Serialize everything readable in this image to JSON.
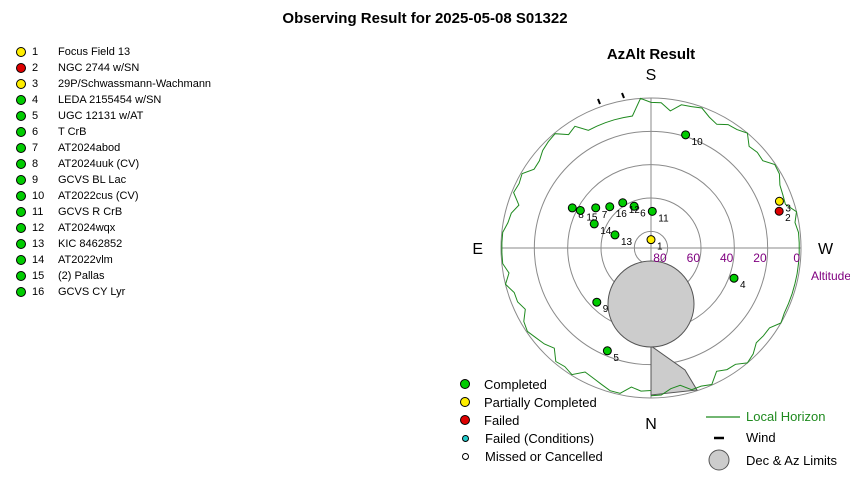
{
  "title": "Observing Result for 2025-05-08 S01322",
  "objects": [
    {
      "num": "1",
      "name": "Focus Field 13",
      "status": "partial"
    },
    {
      "num": "2",
      "name": "NGC 2744 w/SN",
      "status": "failed"
    },
    {
      "num": "3",
      "name": "29P/Schwassmann-Wachmann",
      "status": "partial"
    },
    {
      "num": "4",
      "name": "LEDA 2155454 w/SN",
      "status": "completed"
    },
    {
      "num": "5",
      "name": "UGC 12131 w/AT",
      "status": "completed"
    },
    {
      "num": "6",
      "name": "T CrB",
      "status": "completed"
    },
    {
      "num": "7",
      "name": "AT2024abod",
      "status": "completed"
    },
    {
      "num": "8",
      "name": "AT2024uuk (CV)",
      "status": "completed"
    },
    {
      "num": "9",
      "name": "GCVS BL Lac",
      "status": "completed"
    },
    {
      "num": "10",
      "name": "AT2022cus (CV)",
      "status": "completed"
    },
    {
      "num": "11",
      "name": "GCVS R CrB",
      "status": "completed"
    },
    {
      "num": "12",
      "name": "AT2024wqx",
      "status": "completed"
    },
    {
      "num": "13",
      "name": "KIC 8462852",
      "status": "completed"
    },
    {
      "num": "14",
      "name": "AT2022vlm",
      "status": "completed"
    },
    {
      "num": "15",
      "name": "(2) Pallas",
      "status": "completed"
    },
    {
      "num": "16",
      "name": "GCVS CY Lyr",
      "status": "completed"
    }
  ],
  "colors": {
    "completed": "#00cc00",
    "partial": "#ffee00",
    "failed": "#dd0000",
    "failed_conditions": "#22cccc",
    "missed": "#ffffff",
    "horizon": "#1f8a1f",
    "limits": "#cccccc",
    "altitude": "#800080"
  },
  "chart_data": {
    "type": "scatter",
    "projection": "polar azimuth-altitude",
    "title": "AzAlt Result",
    "directions": {
      "top": "S",
      "bottom": "N",
      "left": "E",
      "right": "W"
    },
    "altitude_label": "Altitude",
    "altitude_ticks": [
      "80",
      "60",
      "40",
      "20",
      "0"
    ],
    "points": [
      {
        "num": "1",
        "az": 180,
        "alt": 85,
        "status": "partial"
      },
      {
        "num": "2",
        "az": 254,
        "alt": 10,
        "status": "failed"
      },
      {
        "num": "3",
        "az": 250,
        "alt": 8,
        "status": "partial"
      },
      {
        "num": "4",
        "az": 290,
        "alt": 37,
        "status": "completed"
      },
      {
        "num": "5",
        "az": 23,
        "alt": 23,
        "status": "completed"
      },
      {
        "num": "6",
        "az": 158,
        "alt": 63,
        "status": "completed"
      },
      {
        "num": "7",
        "az": 126,
        "alt": 49,
        "status": "completed"
      },
      {
        "num": "8",
        "az": 117,
        "alt": 37,
        "status": "completed"
      },
      {
        "num": "9",
        "az": 45,
        "alt": 44,
        "status": "completed"
      },
      {
        "num": "10",
        "az": 197,
        "alt": 19,
        "status": "completed"
      },
      {
        "num": "11",
        "az": 182,
        "alt": 68,
        "status": "completed"
      },
      {
        "num": "12",
        "az": 148,
        "alt": 58,
        "status": "completed"
      },
      {
        "num": "13",
        "az": 110,
        "alt": 67,
        "status": "completed"
      },
      {
        "num": "14",
        "az": 113,
        "alt": 53,
        "status": "completed"
      },
      {
        "num": "15",
        "az": 118,
        "alt": 42,
        "status": "completed"
      },
      {
        "num": "16",
        "az": 135,
        "alt": 55,
        "status": "completed"
      }
    ]
  },
  "legend": [
    {
      "label": "Completed",
      "status": "completed"
    },
    {
      "label": "Partially Completed",
      "status": "partial"
    },
    {
      "label": "Failed",
      "status": "failed"
    },
    {
      "label": "Failed (Conditions)",
      "status": "failed_conditions"
    },
    {
      "label": "Missed or Cancelled",
      "status": "missed"
    }
  ],
  "legend_right": {
    "horizon": "Local Horizon",
    "wind": "Wind",
    "limits": "Dec & Az Limits"
  }
}
